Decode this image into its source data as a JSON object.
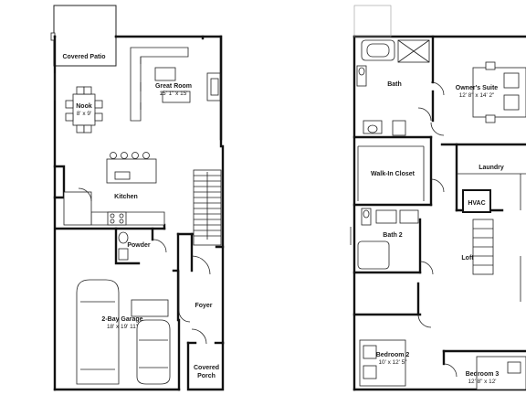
{
  "first_floor": {
    "covered_patio": "Covered Patio",
    "great_room": {
      "name": "Great Room",
      "size": "15' 1\" x 15'"
    },
    "nook": {
      "name": "Nook",
      "size": "8' x 9'"
    },
    "kitchen": "Kitchen",
    "powder": "Powder",
    "garage": {
      "name": "2-Bay Garage",
      "size": "18' x 19' 11\""
    },
    "foyer": "Foyer",
    "covered_porch_line1": "Covered",
    "covered_porch_line2": "Porch"
  },
  "second_floor": {
    "bath": "Bath",
    "owners_suite": {
      "name": "Owner's Suite",
      "size": "12' 8\" x 14' 2\""
    },
    "walk_in_closet": "Walk-In Closet",
    "laundry": "Laundry",
    "hvac": "HVAC",
    "bath2": "Bath 2",
    "loft": "Loft",
    "bedroom2": {
      "name": "Bedroom 2",
      "size": "10' x 12' 5\""
    },
    "bedroom3": {
      "name": "Bedroom 3",
      "size": "12' 8\" x 12'"
    }
  }
}
